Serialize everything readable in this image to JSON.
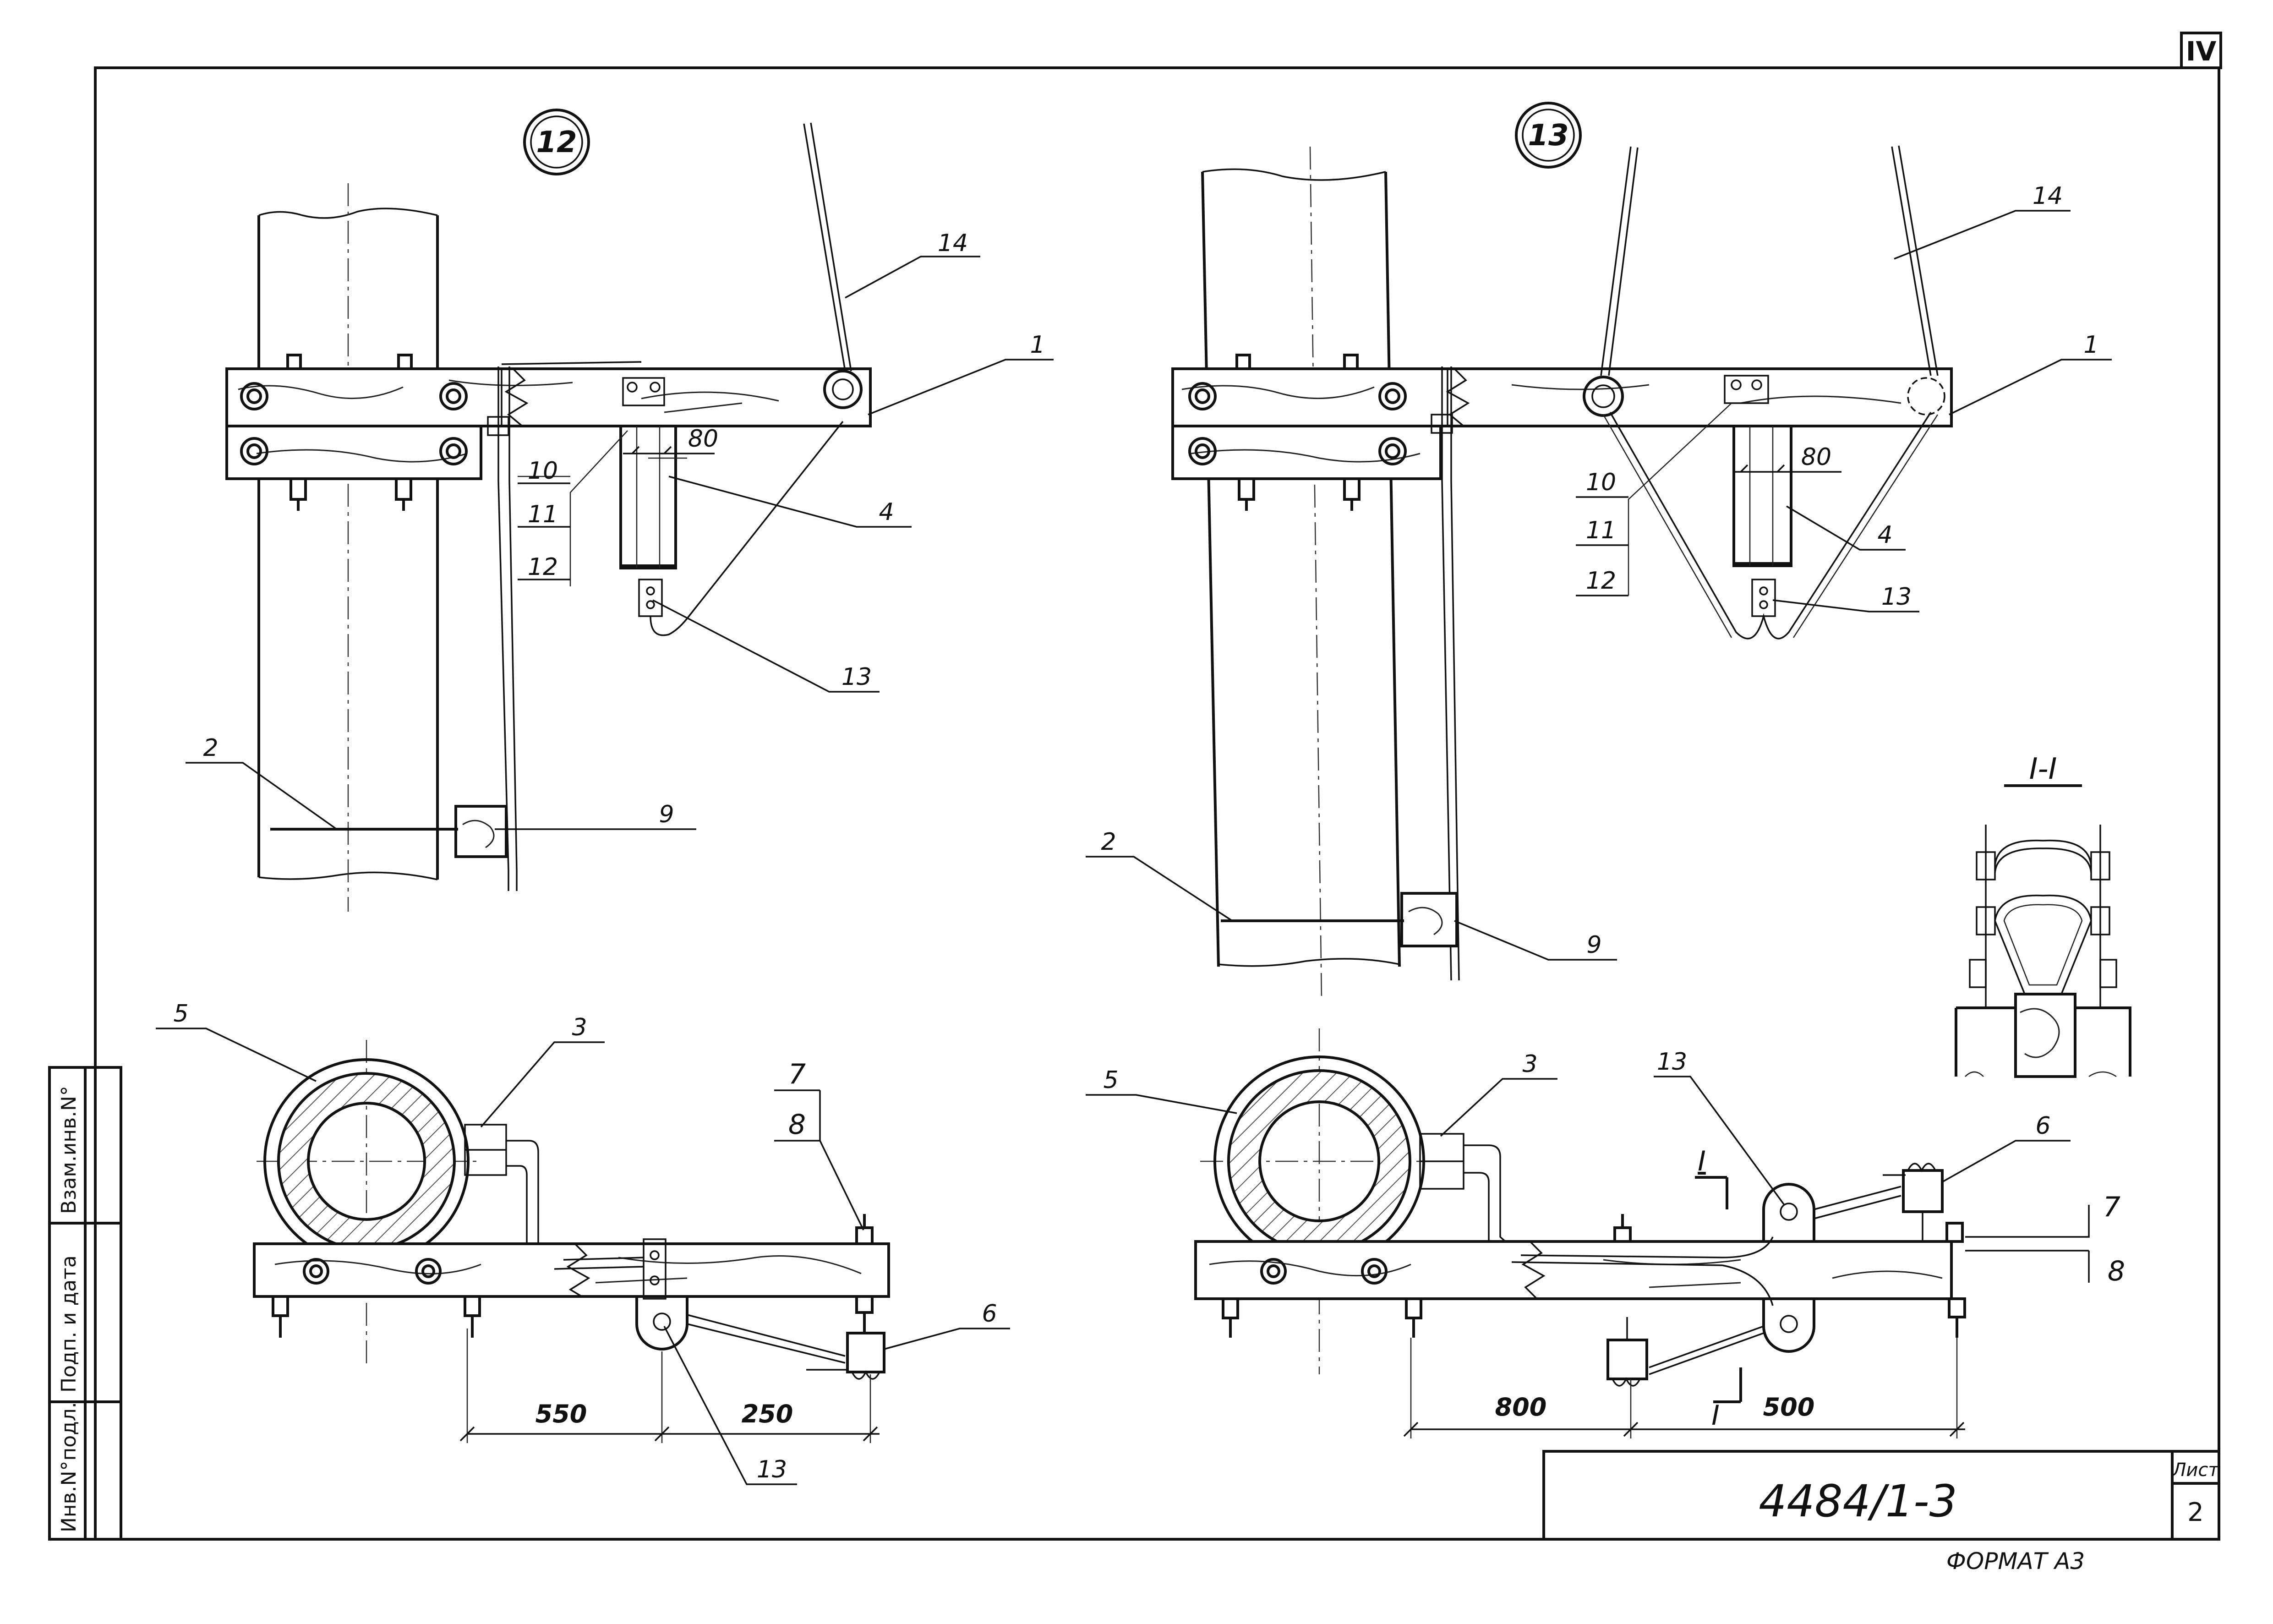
{
  "sheet_corner_label": "IV",
  "views": {
    "view12": {
      "mark": "12",
      "elevation_labels": {
        "p14": "14",
        "p1": "1",
        "p80": "80",
        "p4": "4",
        "p10": "10",
        "p11": "11",
        "p12": "12",
        "p13": "13",
        "p2": "2",
        "p9": "9"
      },
      "plan_labels": {
        "p5": "5",
        "p3": "3",
        "p7": "7",
        "p8": "8",
        "p6": "6",
        "p13": "13"
      },
      "dimensions": {
        "d1": "550",
        "d2": "250"
      }
    },
    "view13": {
      "mark": "13",
      "elevation_labels": {
        "p14": "14",
        "p1": "1",
        "p10": "10",
        "p11": "11",
        "p12": "12",
        "p80": "80",
        "p4": "4",
        "p13": "13",
        "p2": "2",
        "p9": "9"
      },
      "plan_labels": {
        "p5": "5",
        "p3": "3",
        "p13": "13",
        "p6": "6",
        "p7": "7",
        "p8": "8",
        "section_mark_top": "I",
        "section_mark_bottom": "I"
      },
      "dimensions": {
        "d1": "800",
        "d2": "500"
      }
    }
  },
  "section": {
    "title": "I-I"
  },
  "side_stamp": {
    "cells": [
      "Инв.N°подл.",
      "Подп. и дата",
      "Взам.инв.N°"
    ]
  },
  "title_block": {
    "doc_number": "4484/1-3",
    "sheet_label": "Лист",
    "sheet_number": "2"
  },
  "format_note": "ФОРМАТ А3"
}
